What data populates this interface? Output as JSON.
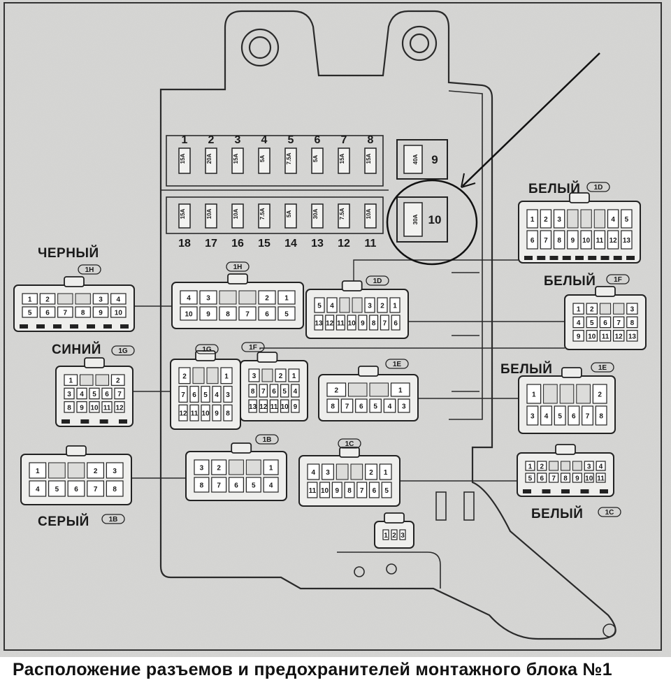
{
  "fuses_top": [
    {
      "num": "1",
      "amp": "15A"
    },
    {
      "num": "2",
      "amp": "20A"
    },
    {
      "num": "3",
      "amp": "15A"
    },
    {
      "num": "4",
      "amp": "5A"
    },
    {
      "num": "5",
      "amp": "7.5A"
    },
    {
      "num": "6",
      "amp": "5A"
    },
    {
      "num": "7",
      "amp": "15A"
    },
    {
      "num": "8",
      "amp": "15A"
    }
  ],
  "fuses_bottom": [
    {
      "num": "18",
      "amp": "15A"
    },
    {
      "num": "17",
      "amp": "10A"
    },
    {
      "num": "16",
      "amp": "10A"
    },
    {
      "num": "15",
      "amp": "7.5A"
    },
    {
      "num": "14",
      "amp": "5A"
    },
    {
      "num": "13",
      "amp": "30A"
    },
    {
      "num": "12",
      "amp": "7.5A"
    },
    {
      "num": "11",
      "amp": "10A"
    }
  ],
  "big_fuses": [
    {
      "num": "9",
      "amp": "40A"
    },
    {
      "num": "10",
      "amp": "30A"
    }
  ],
  "labels": {
    "black": "ЧЕРНЫЙ",
    "blue": "СИНИЙ",
    "gray": "СЕРЫЙ",
    "white": "БЕЛЫЙ"
  },
  "tags": {
    "H": "1H",
    "G": "1G",
    "F": "1F",
    "E": "1E",
    "D": "1D",
    "C": "1C",
    "B": "1B"
  },
  "connectors": {
    "black_h": {
      "top": [
        "1",
        "2",
        "3",
        "4"
      ],
      "bottom": [
        "5",
        "6",
        "7",
        "8",
        "9",
        "10"
      ]
    },
    "body_1h": {
      "top": [
        "4",
        "3",
        "2",
        "1"
      ],
      "bottom": [
        "10",
        "9",
        "8",
        "7",
        "6",
        "5"
      ]
    },
    "body_1d": {
      "top": [
        "5",
        "4",
        "3",
        "2",
        "1"
      ],
      "bottom": [
        "13",
        "12",
        "11",
        "10",
        "9",
        "8",
        "7",
        "6"
      ]
    },
    "white_1d": {
      "r1": [
        "1",
        "2",
        "3",
        "4",
        "5"
      ],
      "r2": [
        "6",
        "7",
        "8",
        "9",
        "10",
        "11",
        "12",
        "13"
      ]
    },
    "white_1f": {
      "r1": [
        "1",
        "2",
        "3"
      ],
      "r2": [
        "4",
        "5",
        "6",
        "7",
        "8"
      ],
      "r3": [
        "9",
        "10",
        "11",
        "12",
        "13"
      ]
    },
    "blue_1g": {
      "r1": [
        "1",
        "2"
      ],
      "r2": [
        "3",
        "4",
        "5",
        "6",
        "7"
      ],
      "r3": [
        "8",
        "9",
        "10",
        "11",
        "12"
      ]
    },
    "body_1g": {
      "r1": [
        "2",
        "1"
      ],
      "r2": [
        "7",
        "6",
        "5",
        "4",
        "3"
      ],
      "r3": [
        "12",
        "11",
        "10",
        "9",
        "8"
      ]
    },
    "body_1f": {
      "r1": [
        "3",
        "2",
        "1"
      ],
      "r2": [
        "8",
        "7",
        "6",
        "5",
        "4"
      ],
      "r3": [
        "13",
        "12",
        "11",
        "10",
        "9"
      ]
    },
    "body_1e": {
      "r1": [
        "2",
        "1"
      ],
      "r2": [
        "8",
        "7",
        "6",
        "5",
        "4",
        "3"
      ]
    },
    "white_1e": {
      "r1": [
        "1",
        "2"
      ],
      "r2": [
        "3",
        "4",
        "5",
        "6",
        "7",
        "8"
      ]
    },
    "gray_1b": {
      "r1": [
        "1",
        "2",
        "3"
      ],
      "r2": [
        "4",
        "5",
        "6",
        "7",
        "8"
      ]
    },
    "body_1b": {
      "r1": [
        "3",
        "2",
        "1"
      ],
      "r2": [
        "8",
        "7",
        "6",
        "5",
        "4"
      ]
    },
    "body_1c": {
      "r1": [
        "4",
        "3",
        "2",
        "1"
      ],
      "r2": [
        "11",
        "10",
        "9",
        "8",
        "7",
        "6",
        "5"
      ]
    },
    "white_1c": {
      "r1": [
        "1",
        "2",
        "3",
        "4"
      ],
      "r2": [
        "5",
        "6",
        "7",
        "8",
        "9",
        "10",
        "11"
      ]
    },
    "small_3": [
      "1",
      "2",
      "3"
    ]
  },
  "caption": "Расположение разъемов и предохранителей монтажного блока №1"
}
